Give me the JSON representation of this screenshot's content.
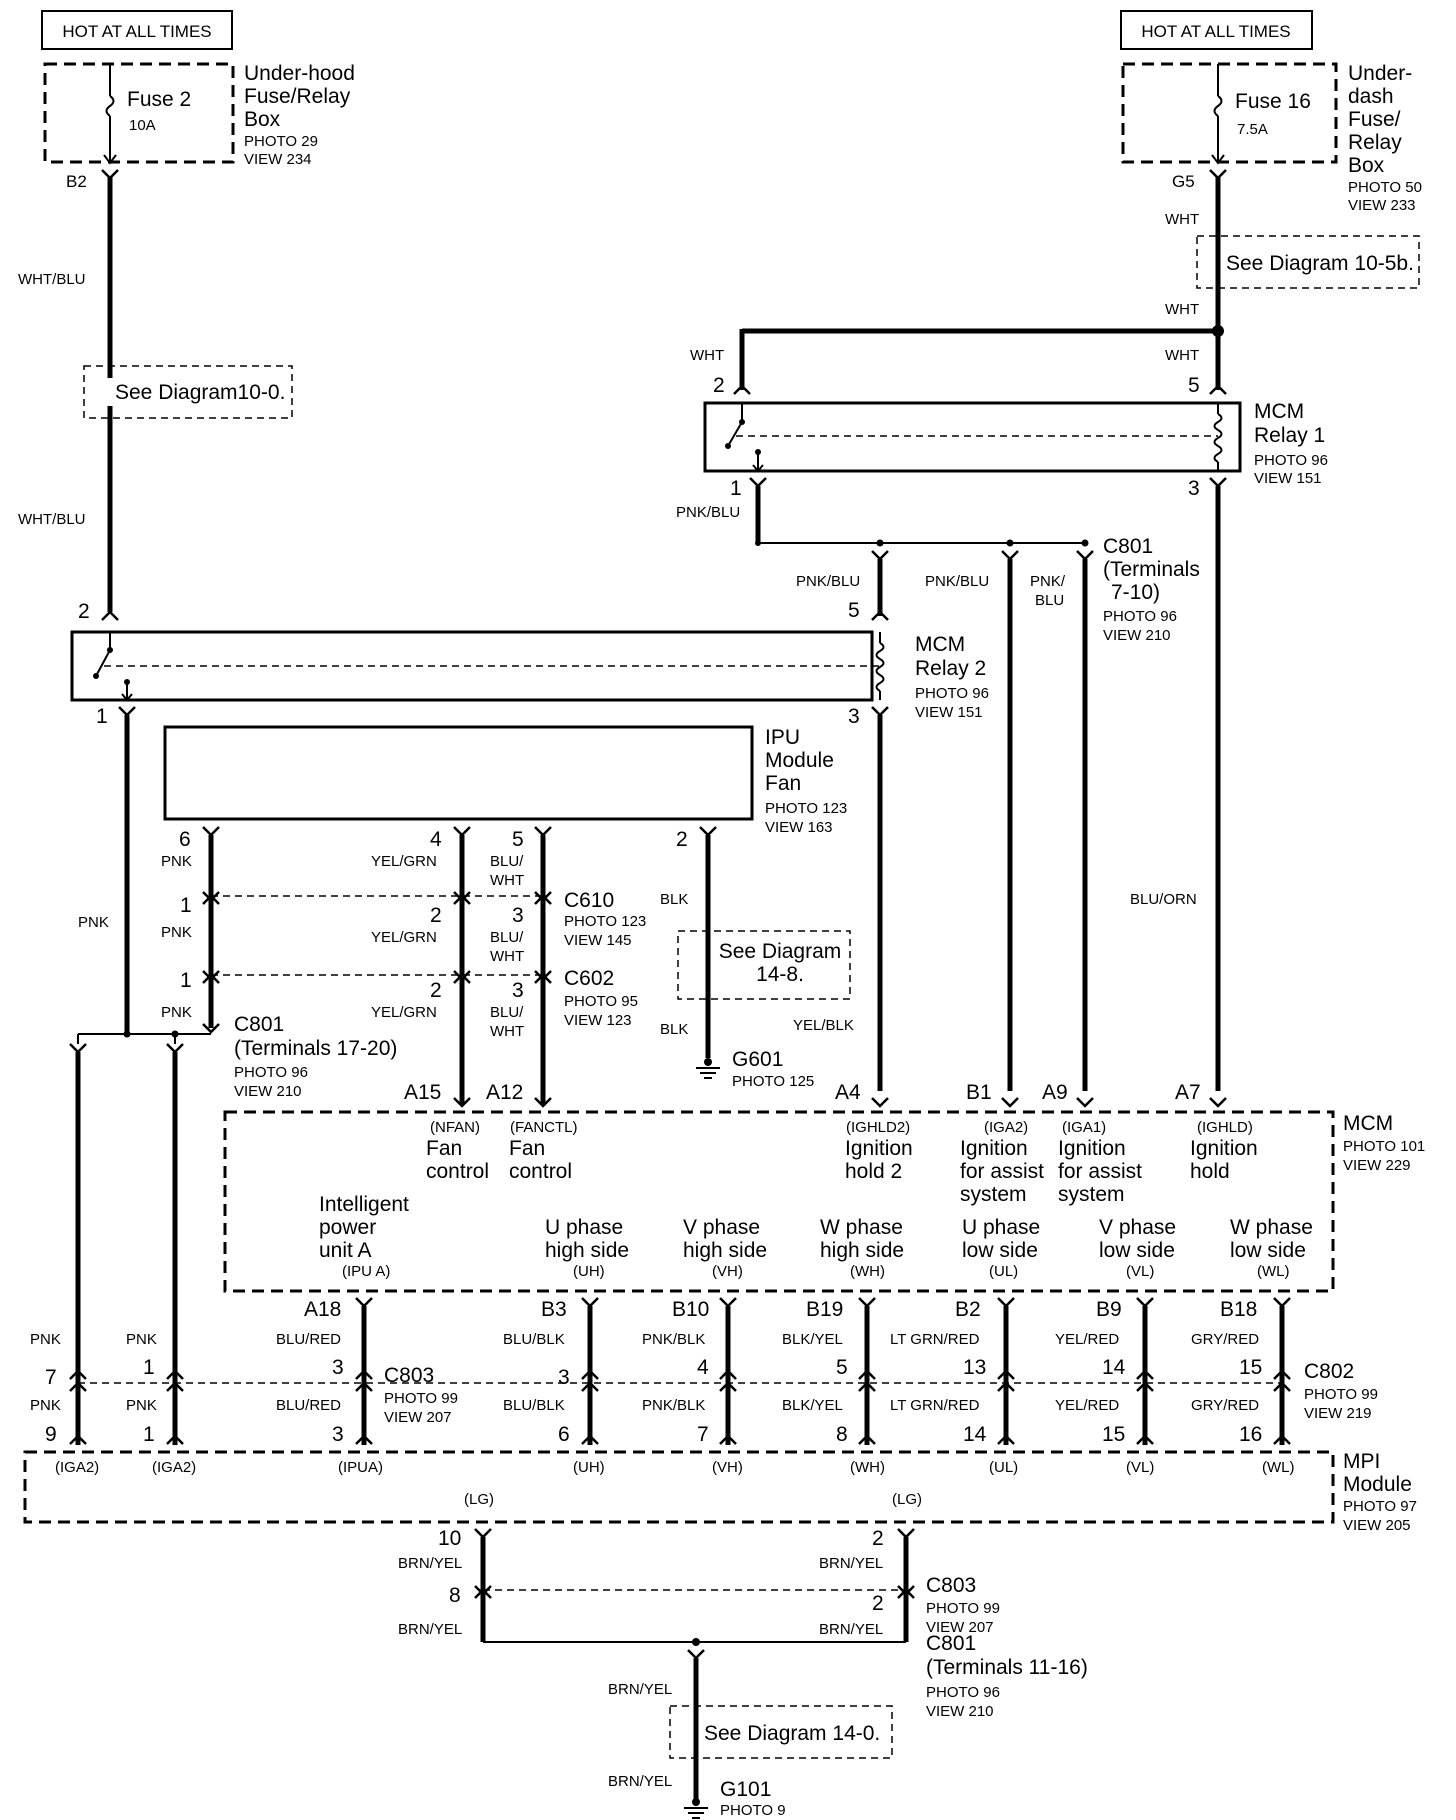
{
  "power": {
    "left": {
      "label": "HOT AT ALL TIMES",
      "fuse_name": "Fuse 2",
      "fuse_rating": "10A",
      "box_lines": [
        "Under-hood",
        "Fuse/Relay",
        "Box"
      ],
      "photo": "PHOTO 29",
      "view": "VIEW 234",
      "terminal": "B2"
    },
    "right": {
      "label": "HOT AT ALL TIMES",
      "fuse_name": "Fuse 16",
      "fuse_rating": "7.5A",
      "box_lines": [
        "Under-",
        "dash",
        "Fuse/",
        "Relay",
        "Box"
      ],
      "photo": "PHOTO 50",
      "view": "VIEW 233",
      "terminal": "G5"
    }
  },
  "references": {
    "diag_10_0": "See Diagram10-0.",
    "diag_10_5b": "See Diagram 10-5b.",
    "diag_14_8_line1": "See Diagram",
    "diag_14_8_line2": "14-8.",
    "diag_14_0": "See Diagram 14-0."
  },
  "relay1": {
    "name_lines": [
      "MCM",
      "Relay 1"
    ],
    "photo": "PHOTO 96",
    "view": "VIEW 151",
    "pins": {
      "p2": "2",
      "p5": "5",
      "p1": "1",
      "p3": "3"
    }
  },
  "relay2": {
    "name_lines": [
      "MCM",
      "Relay 2"
    ],
    "photo": "PHOTO 96",
    "view": "VIEW 151",
    "pins": {
      "p2": "2",
      "p5": "5",
      "p1": "1",
      "p3": "3"
    }
  },
  "ipu_fan": {
    "name_lines": [
      "IPU",
      "Module",
      "Fan"
    ],
    "photo": "PHOTO 123",
    "view": "VIEW 163",
    "pins": {
      "p6": "6",
      "p4": "4",
      "p5": "5",
      "p2": "2"
    }
  },
  "wires": {
    "wht_blu": "WHT/BLU",
    "wht": "WHT",
    "pnk_blu": "PNK/BLU",
    "pnk_blu_a": "PNK/",
    "pnk_blu_b": "BLU",
    "pnk": "PNK",
    "yel_grn": "YEL/GRN",
    "blu_wht_a": "BLU/",
    "blu_wht_b": "WHT",
    "blk": "BLK",
    "yel_blk": "YEL/BLK",
    "blu_orn": "BLU/ORN",
    "blu_red": "BLU/RED",
    "blu_blk": "BLU/BLK",
    "pnk_blk": "PNK/BLK",
    "blk_yel": "BLK/YEL",
    "lt_grn_red": "LT GRN/RED",
    "yel_red": "YEL/RED",
    "gry_red": "GRY/RED",
    "brn_yel": "BRN/YEL"
  },
  "connectors": {
    "c801_a": {
      "name": "C801",
      "line2": "(Terminals",
      "line3": "7-10)",
      "photo": "PHOTO 96",
      "view": "VIEW 210"
    },
    "c801_b": {
      "name": "C801",
      "line2": "(Terminals 17-20)",
      "photo": "PHOTO 96",
      "view": "VIEW 210"
    },
    "c801_c": {
      "name": "C801",
      "line2": "(Terminals 11-16)",
      "photo": "PHOTO 96",
      "view": "VIEW 210"
    },
    "c610": {
      "name": "C610",
      "photo": "PHOTO 123",
      "view": "VIEW 145"
    },
    "c602": {
      "name": "C602",
      "photo": "PHOTO 95",
      "view": "VIEW 123"
    },
    "c803_a": {
      "name": "C803",
      "photo": "PHOTO 99",
      "view": "VIEW 207"
    },
    "c802": {
      "name": "C802",
      "photo": "PHOTO 99",
      "view": "VIEW 219"
    },
    "c803_b": {
      "name": "C803",
      "photo": "PHOTO 99",
      "view": "VIEW 207"
    }
  },
  "grounds": {
    "g601": {
      "name": "G601",
      "photo": "PHOTO 125"
    },
    "g101": {
      "name": "G101",
      "photo": "PHOTO 9"
    }
  },
  "pin_numbers": {
    "n1": "1",
    "n2": "2",
    "n3": "3",
    "n4": "4",
    "n5": "5",
    "n6": "6",
    "n7": "7",
    "n8": "8",
    "n9": "9",
    "n10": "10",
    "n13": "13",
    "n14": "14",
    "n15": "15",
    "n16": "16"
  },
  "mcm": {
    "name": "MCM",
    "photo": "PHOTO 101",
    "view": "VIEW 229",
    "top_pins": {
      "a15": "A15",
      "a12": "A12",
      "a4": "A4",
      "b1": "B1",
      "a9": "A9",
      "a7": "A7"
    },
    "top_signals": {
      "nfan": "(NFAN)",
      "fanctl": "(FANCTL)",
      "ighld2": "(IGHLD2)",
      "iga2": "(IGA2)",
      "iga1": "(IGA1)",
      "ighld": "(IGHLD)",
      "fan_control_1": "Fan",
      "fan_control_2": "control",
      "ign_hold2_1": "Ignition",
      "ign_hold2_2": "hold 2",
      "assist_1": "Ignition",
      "assist_2": "for assist",
      "assist_3": "system",
      "ign_hold_1": "Ignition",
      "ign_hold_2": "hold"
    },
    "ipu_a": {
      "l1": "Intelligent",
      "l2": "power",
      "l3": "unit A",
      "sig": "(IPU A)"
    },
    "phases": {
      "uh": {
        "l1": "U phase",
        "l2": "high side",
        "sig": "(UH)"
      },
      "vh": {
        "l1": "V phase",
        "l2": "high side",
        "sig": "(VH)"
      },
      "wh": {
        "l1": "W phase",
        "l2": "high side",
        "sig": "(WH)"
      },
      "ul": {
        "l1": "U phase",
        "l2": "low side",
        "sig": "(UL)"
      },
      "vl": {
        "l1": "V phase",
        "l2": "low side",
        "sig": "(VL)"
      },
      "wl": {
        "l1": "W phase",
        "l2": "low side",
        "sig": "(WL)"
      }
    },
    "bottom_pins": {
      "a18": "A18",
      "b3": "B3",
      "b10": "B10",
      "b19": "B19",
      "b2": "B2",
      "b9": "B9",
      "b18": "B18"
    }
  },
  "mpi": {
    "name_lines": [
      "MPI",
      "Module"
    ],
    "photo": "PHOTO 97",
    "view": "VIEW 205",
    "signals": {
      "iga2": "(IGA2)",
      "ipua": "(IPUA)",
      "uh": "(UH)",
      "vh": "(VH)",
      "wh": "(WH)",
      "ul": "(UL)",
      "vl": "(VL)",
      "wl": "(WL)",
      "lg": "(LG)"
    }
  }
}
